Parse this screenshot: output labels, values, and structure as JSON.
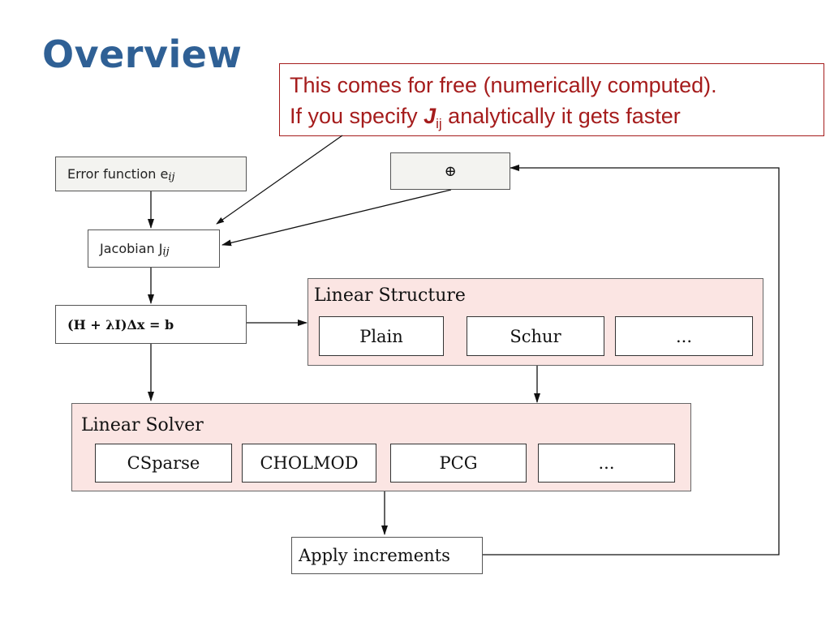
{
  "title": "Overview",
  "callout": {
    "line1": "This comes for free (numerically computed).",
    "line2_prefix": "If you specify ",
    "line2_symbol": "J",
    "line2_sub": "ij",
    "line2_suffix": " analytically it gets faster"
  },
  "nodes": {
    "error_function": "Error function e",
    "error_function_sub": "ij",
    "oplus": "⊕",
    "jacobian": "Jacobian J",
    "jacobian_sub": "ij",
    "equation": "(H + λI)Δx = b",
    "apply_increments": "Apply increments"
  },
  "linear_structure": {
    "label": "Linear Structure",
    "options": [
      "Plain",
      "Schur",
      "..."
    ]
  },
  "linear_solver": {
    "label": "Linear Solver",
    "options": [
      "CSparse",
      "CHOLMOD",
      "PCG",
      "..."
    ]
  }
}
